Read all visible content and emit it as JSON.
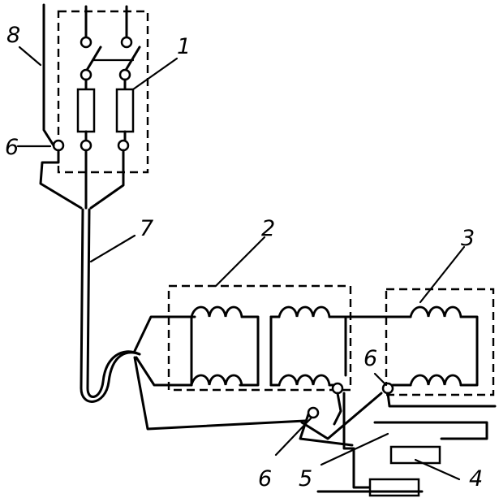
{
  "diagram": {
    "labels": {
      "label_1": "1",
      "label_2": "2",
      "label_3": "3",
      "label_4": "4",
      "label_5": "5",
      "label_6_top": "6",
      "label_6_bottom_left": "6",
      "label_6_bottom_right": "6",
      "label_7": "7",
      "label_8": "8"
    }
  }
}
